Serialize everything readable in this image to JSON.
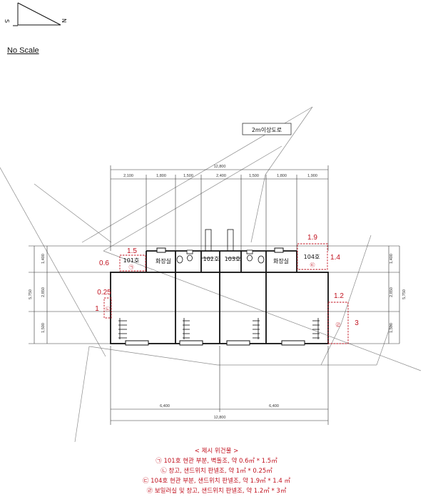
{
  "compass": {
    "south": "S",
    "north": "N"
  },
  "scale_note": "No Scale",
  "road_label": "2m이상도로",
  "dimensions": {
    "total_top": "12,800",
    "top_segments": [
      "2,100",
      "1,800",
      "1,500",
      "2,400",
      "1,500",
      "1,800",
      "1,900"
    ],
    "left_segments": [
      "1,400",
      "2,850",
      "1,500"
    ],
    "left_total": "5,750",
    "right_segments": [
      "1,400",
      "2,850",
      "1,500"
    ],
    "right_total": "5,750",
    "bottom_segments": [
      "6,400",
      "6,400"
    ],
    "total_bottom": "12,800"
  },
  "rooms": {
    "toilet_left": "화장실",
    "toilet_right": "화장실",
    "unit_101": "101호",
    "unit_102": "102호",
    "unit_103": "103호",
    "unit_104": "104호"
  },
  "violations": {
    "v1": {
      "marker": "㉠",
      "width": "1.5",
      "depth": "0.6"
    },
    "v2": {
      "marker": "㉡",
      "width": "0.25",
      "depth": "1"
    },
    "v3": {
      "marker": "㉢",
      "width": "1.9",
      "depth": "1.4"
    },
    "v4": {
      "marker": "㉣",
      "width": "1.2",
      "depth": "3"
    }
  },
  "legend": {
    "title": "< 제시 위건물 >",
    "items": [
      "㉠ 101호 현관 부분, 벽돌조, 약 0.6㎡ * 1.5㎡",
      "㉡ 창고, 샌드위치 판넬조, 약 1㎡ * 0.25㎡",
      "㉢ 104호 현관 부분, 샌드위치 판넬조, 약 1.9㎡ * 1.4 ㎡",
      "㉣ 보일러실 및 창고, 샌드위치 판넬조, 약 1.2㎡ * 3㎡"
    ]
  },
  "colors": {
    "annotation": "#c1121f",
    "line": "#222222",
    "road": "#888888"
  }
}
